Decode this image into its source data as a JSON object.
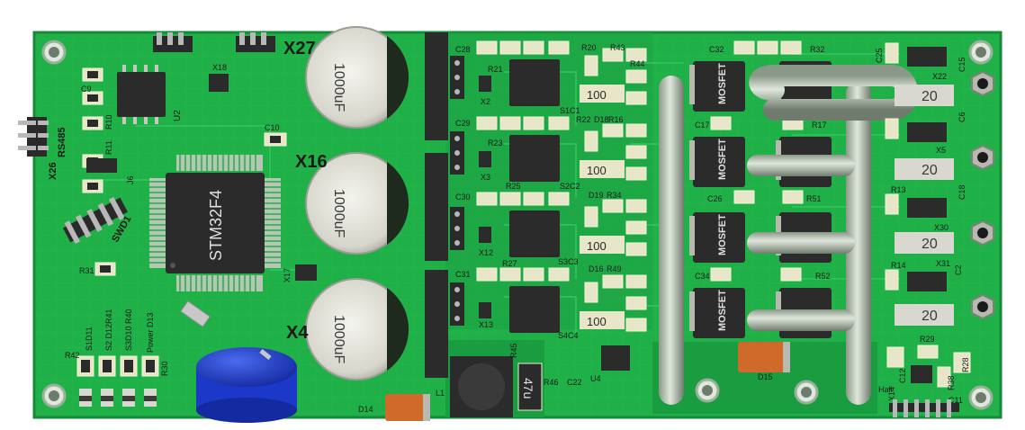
{
  "colors": {
    "pcb": "#20b048",
    "pcb_dark": "#168a38",
    "trace": "#2ec25a",
    "silk": "#ffffff",
    "pad": "#e8e6c8",
    "ic_body": "#2b2b2b",
    "cap_blue": "#1c38c8",
    "cap_silver": "#e4e4dc",
    "tantalum": "#d06a2a",
    "header_pin": "#b0b0b0"
  },
  "labels": {
    "x27": "X27",
    "x16": "X16",
    "x4": "X4",
    "mcu": "STM32F4",
    "rs485": "RS485",
    "x26": "X26",
    "swd": "SWD1",
    "j6": "J6",
    "u2": "U2",
    "x18": "X18",
    "c9": "C9",
    "c10": "C10",
    "r10": "R10",
    "r11": "R11",
    "r31": "R31",
    "x17": "X17",
    "r42": "R42",
    "r30": "R30",
    "s1d11": "S1D11",
    "s2d12": "S2 D12",
    "s3d10": "S3D10",
    "r41": "R41",
    "r40": "R40",
    "power_d13": "Power D13",
    "d14": "D14",
    "l1": "L1",
    "c28": "C28",
    "c29": "C29",
    "c30": "C30",
    "c31": "C31",
    "x2": "X2",
    "x3": "X3",
    "x12": "X12",
    "x13": "X13",
    "r20": "R20",
    "r21": "R21",
    "r22": "R22",
    "r23": "R23",
    "r25": "R25",
    "r27": "R27",
    "r43": "R43",
    "r44": "R44",
    "r16": "R16",
    "r34": "R34",
    "r49": "R49",
    "d16": "D16",
    "d18": "D18",
    "d19": "D19",
    "s1c1": "S1C1",
    "s2c2": "S2C2",
    "s3c3": "S3C3",
    "s4c4": "S4C4",
    "r45": "R45",
    "r46": "R46",
    "c22": "C22",
    "u4": "U4",
    "l2": "47u",
    "mosfet": "MOSFET",
    "c17": "C17",
    "r17": "R17",
    "c26": "C26",
    "r51": "R51",
    "c32": "C32",
    "r32": "R32",
    "c34": "C34",
    "r52": "R52",
    "d15": "D15",
    "c25": "C25",
    "c15": "C15",
    "c6": "C6",
    "x22": "X22",
    "x5": "X5",
    "c18": "C18",
    "r13": "R13",
    "x30": "X30",
    "r14": "R14",
    "x31": "X31",
    "c2": "C2",
    "r29": "R29",
    "r28": "R28",
    "r38": "R38",
    "c12": "C12",
    "c11": "C11",
    "hall": "Hall",
    "x14": "X14",
    "cap_value": "1000uF",
    "ind_value": "100",
    "big_ind": "20"
  }
}
